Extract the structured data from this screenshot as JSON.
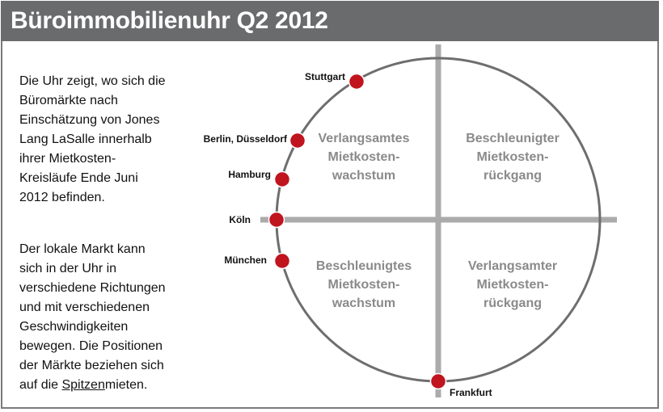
{
  "header": {
    "title": "Büroimmobilienuhr Q2 2012"
  },
  "intro": {
    "lines": [
      "Die Uhr zeigt, wo sich die",
      "Büromärkte nach",
      "Einschätzung von Jones",
      "Lang LaSalle innerhalb",
      "ihrer Mietkosten-",
      "Kreisläufe Ende Juni",
      "2012 befinden."
    ]
  },
  "note": {
    "lines": [
      "Der lokale Markt kann",
      "sich in der Uhr in",
      "verschiedene Richtungen",
      "und mit verschiedenen",
      "Geschwindigkeiten",
      "bewegen. Die Positionen",
      "der Märkte beziehen sich"
    ],
    "last_prefix": "auf die ",
    "last_underlined": "Spitzen",
    "last_suffix": "mieten."
  },
  "quadrants": {
    "top_left": [
      "Verlangsamtes",
      "Mietkosten-",
      "wachstum"
    ],
    "top_right": [
      "Beschleunigter",
      "Mietkosten-",
      "rückgang"
    ],
    "bottom_left": [
      "Beschleunigtes",
      "Mietkosten-",
      "wachstum"
    ],
    "bottom_right": [
      "Verlangsamter",
      "Mietkosten-",
      "rückgang"
    ]
  },
  "cities": [
    "Stuttgart",
    "Berlin, Düsseldorf",
    "Hamburg",
    "Köln",
    "München",
    "Frankfurt"
  ],
  "colors": {
    "header": "#6a6b6d",
    "dot": "#c0141e",
    "circle": "#6e6e6e",
    "axes": "#ababab",
    "quadrant_text": "#8a8a8a"
  }
}
